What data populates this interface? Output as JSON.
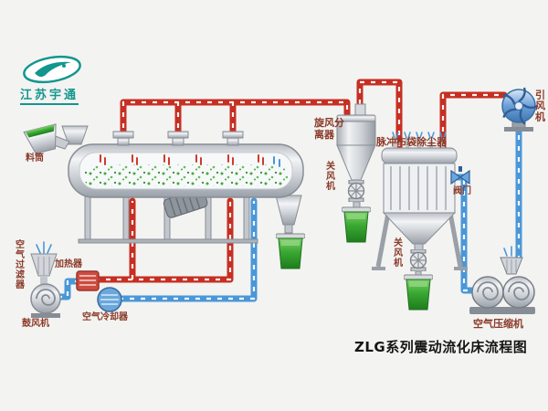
{
  "brand": {
    "name": "江苏宇通"
  },
  "title": "ZLG系列震动流化床流程图",
  "labels": {
    "feed_hopper": "料筒",
    "air_filter": "空气过滤器",
    "blower": "鼓风机",
    "heater": "加热器",
    "air_cooler": "空气冷却器",
    "cyclone_separator": "旋风分离器",
    "cyclone_rotary_valve": "关风机",
    "bag_dust_collector": "脉冲布袋除尘器",
    "bag_rotary_valve": "关风机",
    "induced_draft_fan": "引风机",
    "valve": "阀门",
    "air_compressor": "空气压缩机"
  },
  "colors": {
    "hot_air_pipe": "#c62f22",
    "cold_air_pipe": "#4a97d8",
    "label": "#8a3a28",
    "brand_teal": "#13968e",
    "material_green": "#3aa832"
  },
  "icons": {
    "logo": "teal-ellipse-swoosh",
    "fan": "spiral-blade-circle",
    "rotary_valve": "circle-cross-airlock",
    "bucket": "green-collection-pail",
    "filter": "funnel-with-hatch",
    "pipes": "dashed-flow-lines"
  }
}
